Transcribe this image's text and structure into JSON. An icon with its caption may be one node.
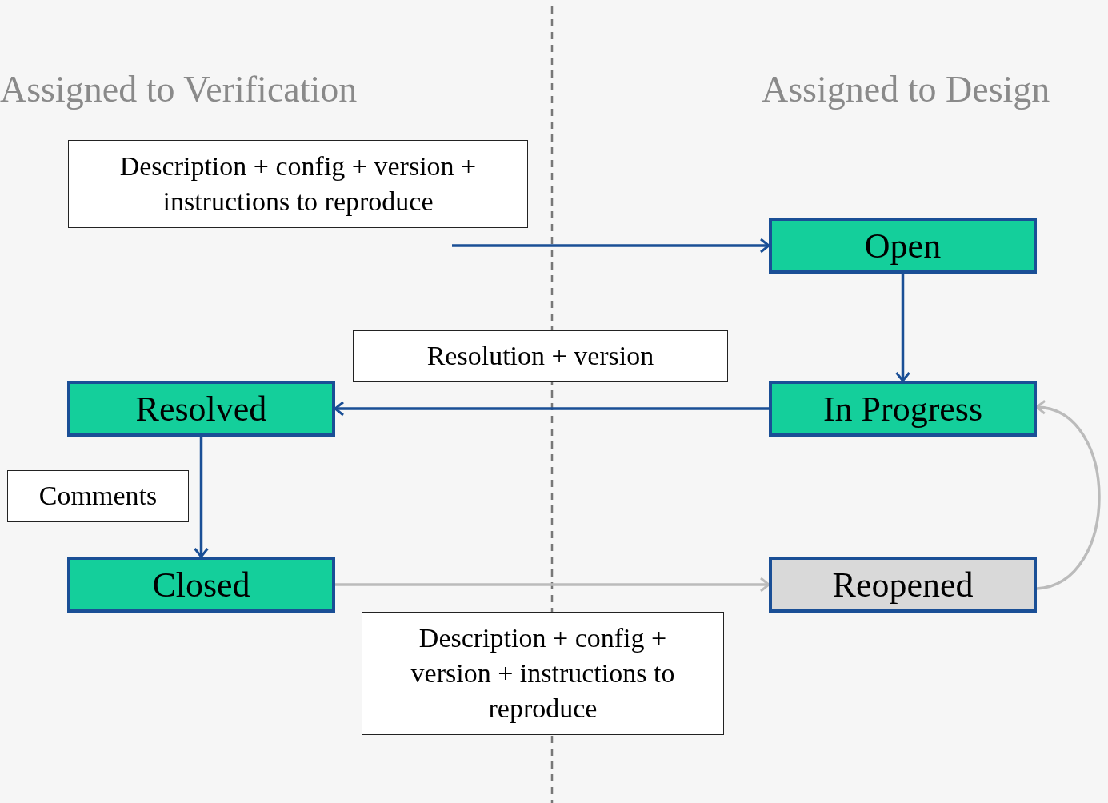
{
  "diagram": {
    "nodes": [
      {
        "text": [
          "Open"
        ]
      },
      {
        "text": [
          "In Progress"
        ]
      },
      {
        "text": [
          "Resolved"
        ]
      },
      {
        "text": [
          "Closed"
        ]
      },
      {
        "text": [
          "Reopened"
        ]
      },
      {
        "text": [
          "Description + config + version + instructions to reproduce"
        ]
      },
      {
        "text": [
          "Resolution + version"
        ]
      },
      {
        "text": [
          "Comments"
        ]
      },
      {
        "text": [
          "Description + config + version + instructions to reproduce"
        ]
      }
    ],
    "edges": [
      {
        "from": null,
        "to": 0,
        "arrow": "to"
      },
      {
        "from": 0,
        "to": 1,
        "arrow": "to"
      },
      {
        "from": 1,
        "to": 2,
        "arrow": "to"
      },
      {
        "from": 2,
        "to": 3,
        "arrow": "to"
      },
      {
        "from": 3,
        "to": 4,
        "arrow": "to",
        "color": "#bbbbbb"
      },
      {
        "from": 4,
        "to": 1,
        "arrow": "to",
        "color": "#bbbbbb"
      }
    ],
    "labels": [
      "Assigned to Verification",
      "Assigned to Design"
    ]
  }
}
